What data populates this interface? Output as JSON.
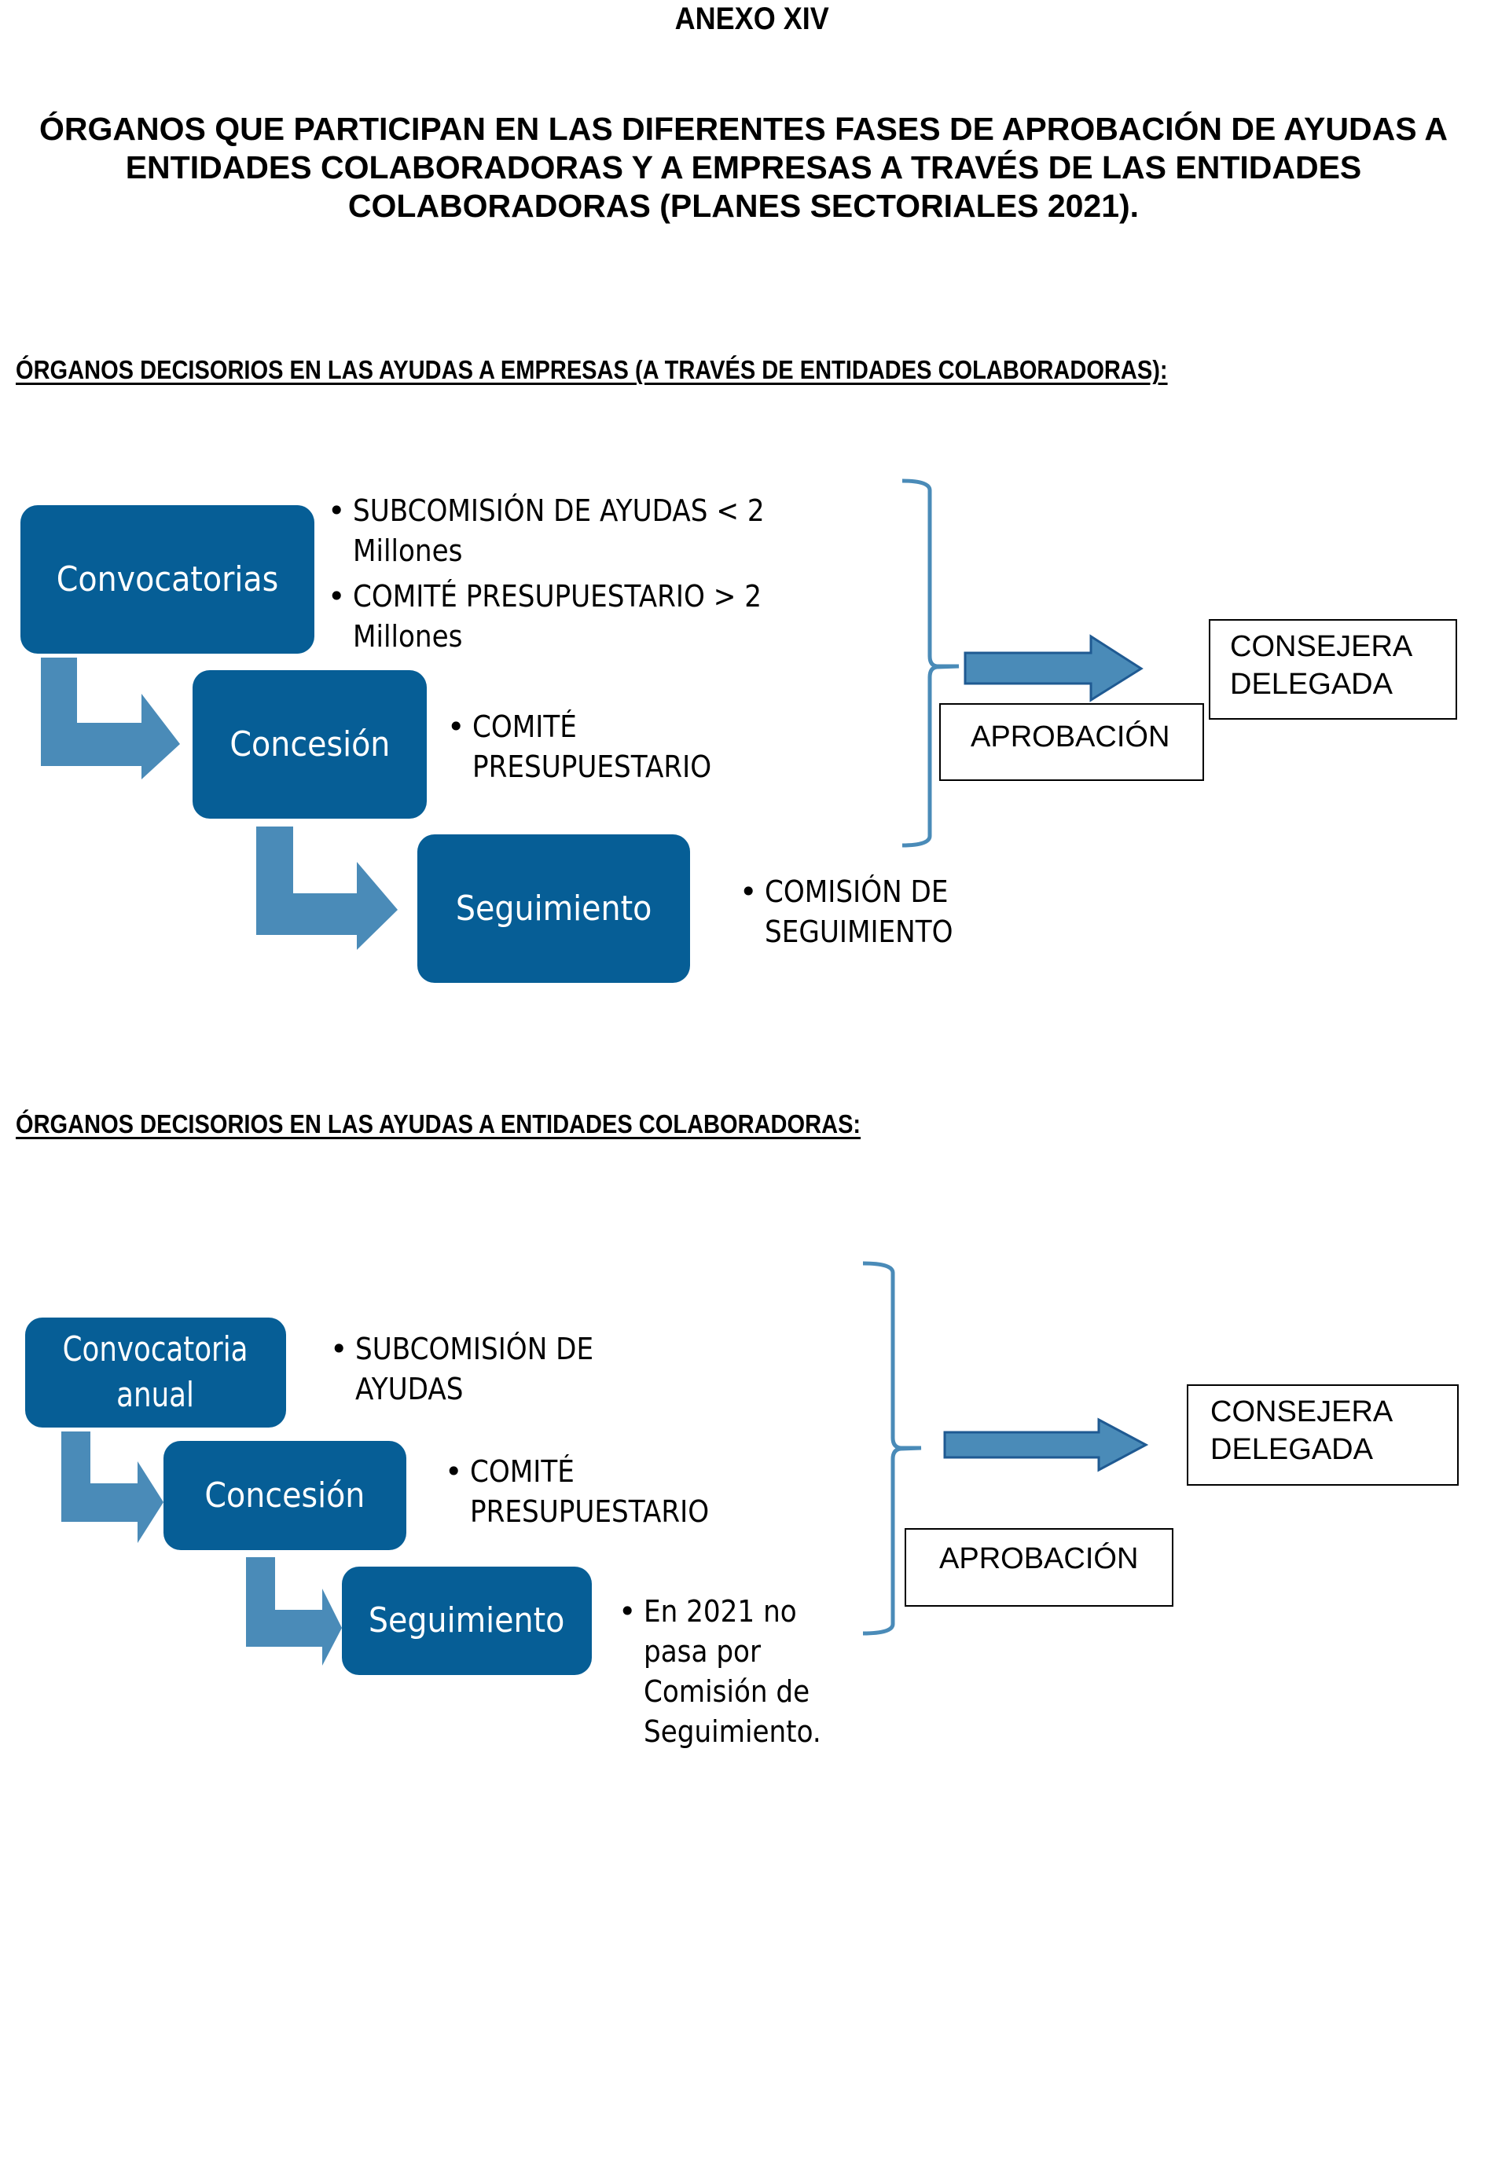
{
  "annex_label": "ANEXO XIV",
  "main_title": [
    "ÓRGANOS QUE PARTICIPAN EN LAS DIFERENTES FASES DE APROBACIÓN DE AYUDAS A",
    "ENTIDADES COLABORADORAS Y A EMPRESAS A TRAVÉS DE LAS ENTIDADES",
    "COLABORADORAS (PLANES SECTORIALES 2021)."
  ],
  "colors": {
    "phase_box": "#065e96",
    "flow_arrow": "#4a8bb8",
    "bracket": "#4a8bb8",
    "approval_arrow_fill": "#4a8bb8",
    "approval_arrow_stroke": "#1f5a92"
  },
  "section_companies": {
    "heading": "ÓRGANOS DECISORIOS EN LAS AYUDAS A EMPRESAS (A TRAVÉS DE ENTIDADES COLABORADORAS):",
    "phases": [
      {
        "label": "Convocatorias",
        "bullets": [
          "SUBCOMISIÓN DE AYUDAS < 2 Millones",
          "COMITÉ PRESUPUESTARIO > 2 Millones"
        ]
      },
      {
        "label": "Concesión",
        "bullets": [
          "COMITÉ PRESUPUESTARIO"
        ]
      },
      {
        "label": "Seguimiento",
        "bullets": [
          "COMISIÓN DE SEGUIMIENTO"
        ]
      }
    ],
    "approval_label": "APROBACIÓN",
    "approver": [
      "CONSEJERA",
      "DELEGADA"
    ]
  },
  "section_entities": {
    "heading": "ÓRGANOS DECISORIOS EN LAS AYUDAS A ENTIDADES COLABORADORAS:",
    "phases": [
      {
        "label": [
          "Convocatoria",
          "anual"
        ],
        "bullets": [
          "SUBCOMISIÓN DE AYUDAS"
        ]
      },
      {
        "label": "Concesión",
        "bullets": [
          "COMITÉ PRESUPUESTARIO"
        ]
      },
      {
        "label": "Seguimiento",
        "bullets": [
          "En 2021 no pasa por Comisión de Seguimiento."
        ]
      }
    ],
    "approval_label": "APROBACIÓN",
    "approver": [
      "CONSEJERA",
      "DELEGADA"
    ]
  }
}
